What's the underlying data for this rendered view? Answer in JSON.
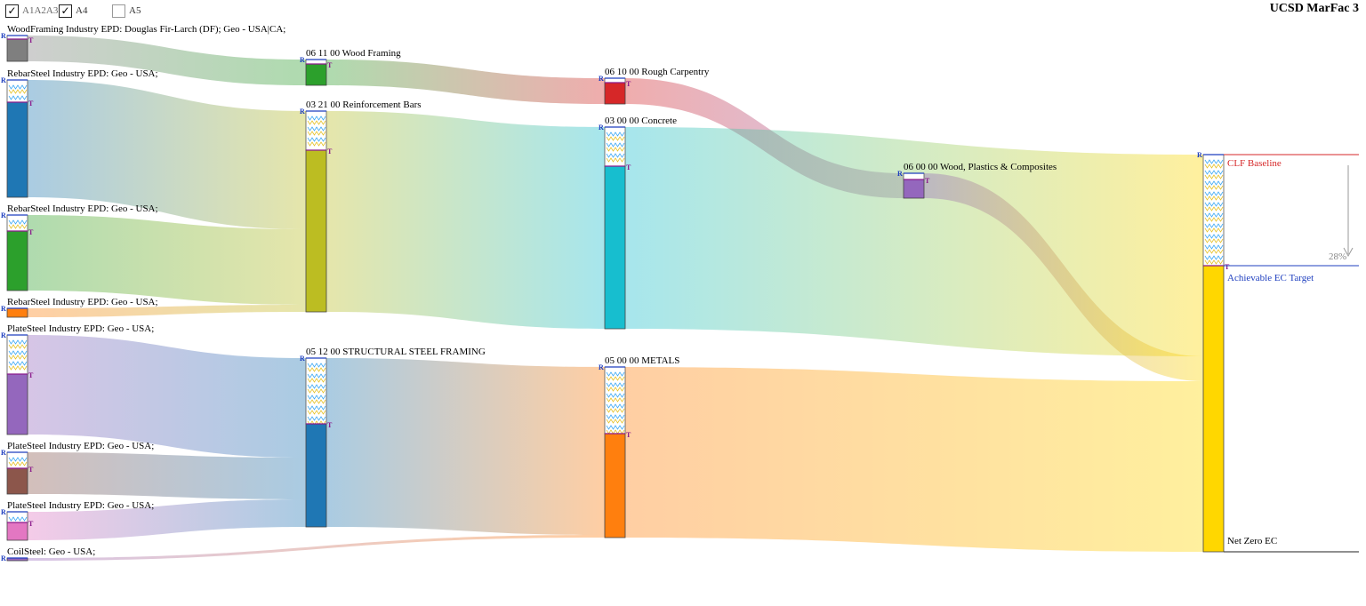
{
  "app": {
    "title": "UCSD MarFac 3"
  },
  "filters": [
    {
      "label": "A1A2A3",
      "checked": true,
      "disabled": true
    },
    {
      "label": "A4",
      "checked": true,
      "disabled": false
    },
    {
      "label": "A5",
      "checked": false,
      "disabled": false
    }
  ],
  "markers": {
    "r": "R",
    "t": "T"
  },
  "sources": [
    {
      "id": "s1",
      "label": "WoodFraming Industry EPD: Douglas Fir-Larch (DF); Geo - USA|CA;",
      "color": "#7f7f7f"
    },
    {
      "id": "s2",
      "label": "RebarSteel Industry EPD: Geo - USA;",
      "color": "#1f77b4"
    },
    {
      "id": "s3",
      "label": "RebarSteel Industry EPD: Geo - USA;",
      "color": "#2ca02c"
    },
    {
      "id": "s4",
      "label": "RebarSteel Industry EPD: Geo - USA;",
      "color": "#ff7f0e"
    },
    {
      "id": "s5",
      "label": "PlateSteel Industry EPD: Geo - USA;",
      "color": "#9467bd"
    },
    {
      "id": "s6",
      "label": "PlateSteel Industry EPD: Geo - USA;",
      "color": "#8c564b"
    },
    {
      "id": "s7",
      "label": "PlateSteel Industry EPD: Geo - USA;",
      "color": "#e377c2"
    },
    {
      "id": "s8",
      "label": "CoilSteel: Geo - USA;",
      "color": "#9467bd"
    }
  ],
  "stage2": [
    {
      "id": "n1",
      "label": "06 11 00 Wood Framing",
      "color": "#2ca02c"
    },
    {
      "id": "n2",
      "label": "03 21 00 Reinforcement Bars",
      "color": "#bcbd22"
    },
    {
      "id": "n3",
      "label": "05 12 00 STRUCTURAL STEEL FRAMING",
      "color": "#1f77b4"
    }
  ],
  "stage3": [
    {
      "id": "m1",
      "label": "06 10 00 Rough Carpentry",
      "color": "#d62728"
    },
    {
      "id": "m2",
      "label": "03 00 00 Concrete",
      "color": "#17becf"
    },
    {
      "id": "m3",
      "label": "05 00 00 METALS",
      "color": "#ff7f0e"
    }
  ],
  "stage4": [
    {
      "id": "w1",
      "label": "06 00 00 Wood, Plastics & Composites",
      "color": "#9467bd"
    }
  ],
  "target": {
    "color": "#ffd700",
    "baseline_label": "CLF Baseline",
    "baseline_color": "#d62728",
    "achievable_label": "Achievable EC Target",
    "achievable_color": "#1f3fbf",
    "netzero_label": "Net Zero EC",
    "reduction_label": "28%",
    "reduction_fraction": 0.28
  }
}
